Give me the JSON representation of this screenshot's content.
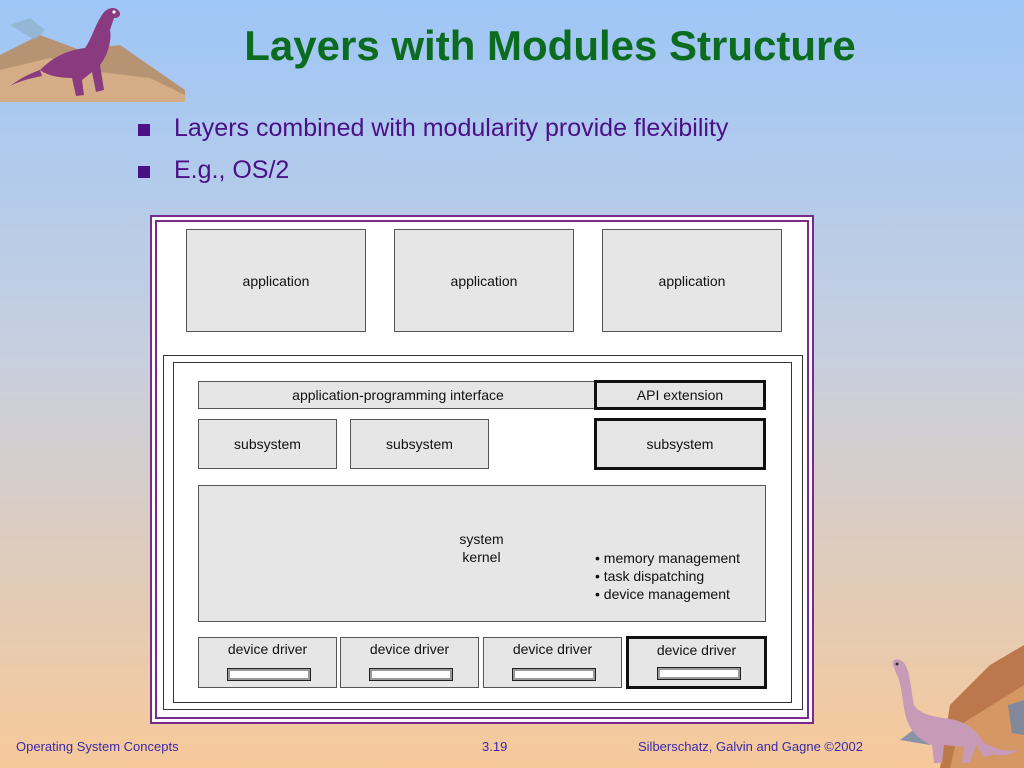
{
  "slide": {
    "title": "Layers with Modules Structure",
    "bullets": [
      "Layers combined with modularity provide flexibility",
      "E.g., OS/2"
    ]
  },
  "diagram": {
    "applications": [
      "application",
      "application",
      "application"
    ],
    "api": "application-programming interface",
    "api_extension": "API extension",
    "subsystems": [
      "subsystem",
      "subsystem",
      "subsystem"
    ],
    "kernel": {
      "title_line1": "system",
      "title_line2": "kernel",
      "features": [
        "• memory management",
        "• task dispatching",
        "• device management"
      ]
    },
    "device_drivers": [
      "device driver",
      "device driver",
      "device driver",
      "device driver"
    ]
  },
  "footer": {
    "left": "Operating System Concepts",
    "center": "3.19",
    "right": "Silberschatz, Galvin and  Gagne ©2002"
  },
  "colors": {
    "title": "#0b6b1e",
    "bullet_text": "#4b0f86",
    "frame": "#7a2a8a",
    "footer_text": "#3a2aa8"
  },
  "icons": [
    "dinosaur-trex-icon",
    "dinosaur-brontosaurus-icon"
  ]
}
